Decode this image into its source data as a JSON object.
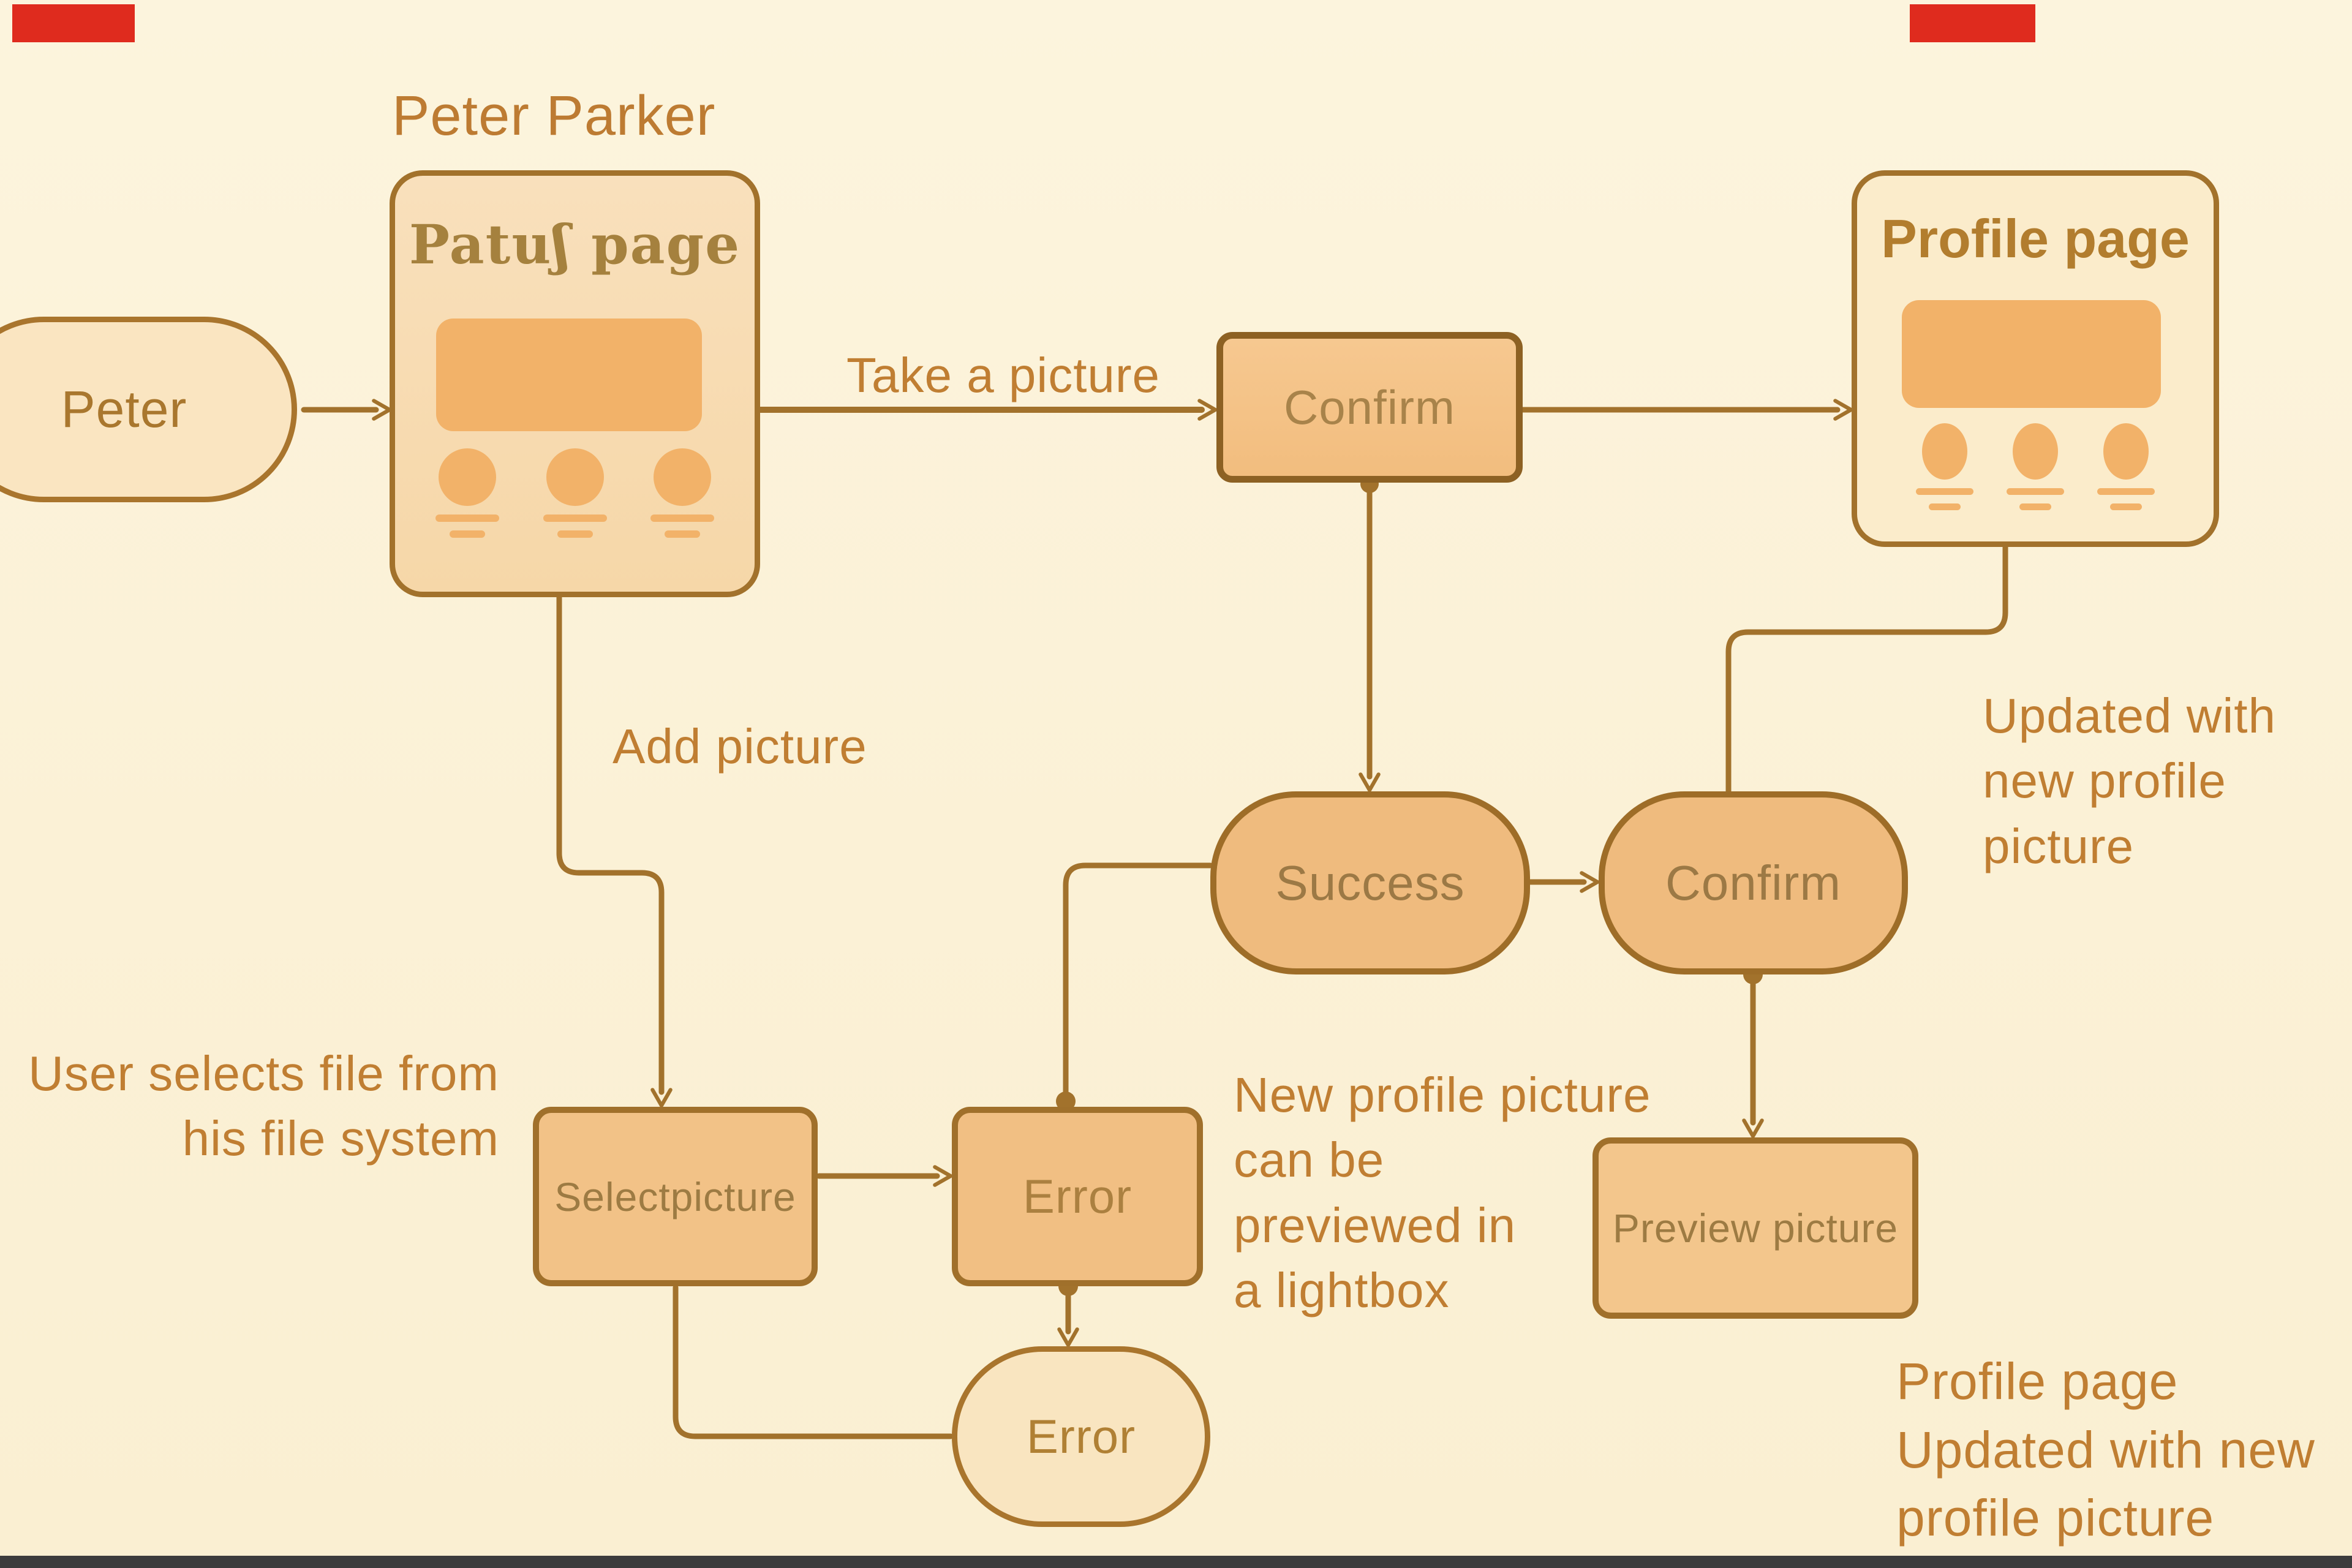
{
  "colors": {
    "background": "#fbf1d7",
    "line": "#a2722c",
    "note_text": "#c07e32",
    "phone_card_fill": "#f8dcb4",
    "profile_card_fill": "#fbeccb",
    "wireframe_accent": "#f2b269",
    "process_fill": "#f2c287",
    "terminator_fill": "#efbb7e",
    "error_terminator_fill": "#f9e5c0",
    "artifact_red": "#df2b1e",
    "artifact_bar": "#3c3c3c"
  },
  "diagram": {
    "actor_title": "Peter Parker",
    "actor": "Peter",
    "phone_card_title": "Patuʃ page",
    "profile_card_title": "Profile page",
    "confirm_step": "Confirm",
    "success_state": "Success",
    "confirm_state": "Confirm",
    "select_picture_step": "Selectpicture",
    "error_step": "Error",
    "error_state": "Error",
    "preview_step": "Preview picture",
    "edge_take_picture": "Take a picture",
    "edge_add_picture": "Add picture",
    "note_user_selects": "User selects file from\nhis file system",
    "note_updated": "Updated with\nnew profile\npicture",
    "note_lightbox": "New profile picture\ncan be\npreviewed in\na lightbox",
    "note_profile_updated": "Profile page\nUpdated with new\nprofile picture"
  }
}
